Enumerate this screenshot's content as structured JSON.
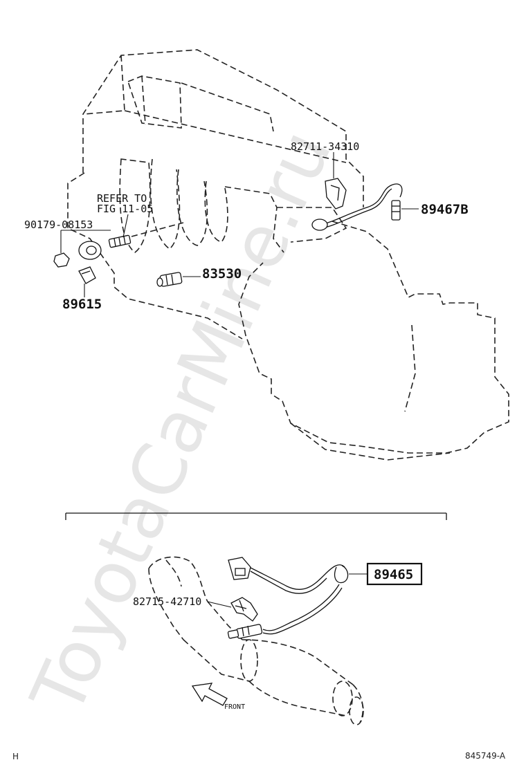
{
  "watermark": "ToyotaCarMine.ru",
  "upper": {
    "label_82711": "82711-34310",
    "label_89467b": "89467B",
    "label_90179": "90179-08153",
    "refer_line1": "REFER TO",
    "refer_line2": "FIG 11-05",
    "label_83530": "83530",
    "label_89615": "89615"
  },
  "lower": {
    "label_89465": "89465",
    "label_82715": "82715-42710",
    "front": "FRONT"
  },
  "footer": {
    "left_mark": "H",
    "code": "845749-A"
  }
}
